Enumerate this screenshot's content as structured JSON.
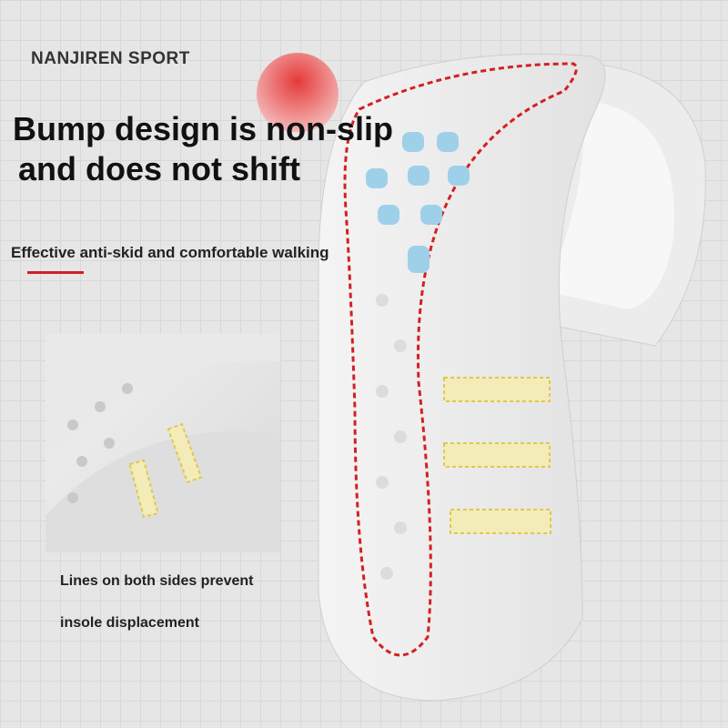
{
  "brand": "NANJIREN SPORT",
  "headline": {
    "line1": "Bump design is non-slip",
    "line2": "and does not shift"
  },
  "subheading": "Effective anti-skid and comfortable walking",
  "caption": {
    "line1": "Lines on both sides prevent",
    "line2": "insole displacement"
  },
  "colors": {
    "accent": "#d42020",
    "bump_blue": "#9fd0ea",
    "line_yellow": "#e6d36a"
  }
}
